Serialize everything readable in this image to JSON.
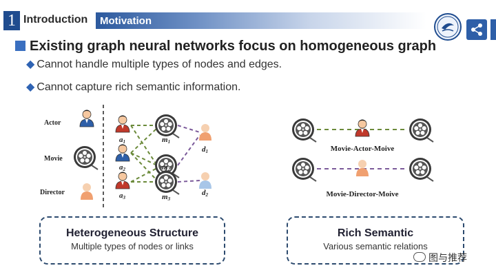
{
  "header": {
    "section_number": "1",
    "section_name": "Introduction",
    "subsection_name": "Motivation"
  },
  "title": "Existing graph neural networks focus on homogeneous graph",
  "bullets": [
    "Cannot handle multiple types of nodes and edges.",
    "Cannot capture rich semantic information."
  ],
  "left_diagram": {
    "type_labels": [
      "Actor",
      "Movie",
      "Director"
    ],
    "actors": [
      {
        "base": "a",
        "sub": "1"
      },
      {
        "base": "a",
        "sub": "2"
      },
      {
        "base": "a",
        "sub": "3"
      }
    ],
    "movies": [
      {
        "base": "m",
        "sub": "1"
      },
      {
        "base": "m",
        "sub": "2"
      },
      {
        "base": "m",
        "sub": "3"
      }
    ],
    "directors": [
      {
        "base": "d",
        "sub": "1"
      },
      {
        "base": "d",
        "sub": "2"
      }
    ]
  },
  "right_diagram": {
    "path1": "Movie-Actor-Moive",
    "path2": "Movie-Director-Moive"
  },
  "boxes": {
    "hetero_title": "Heterogeneous Structure",
    "hetero_sub": "Multiple types of nodes or links",
    "rich_title": "Rich Semantic",
    "rich_sub": "Various semantic relations"
  },
  "watermark": "图与推荐",
  "colors": {
    "accent_blue": "#1f4c8f",
    "actor_movie_edge": "#6b8a3a",
    "director_movie_edge": "#7b5a9a",
    "actor_red": "#c0392b",
    "director_orange": "#f0a070"
  }
}
